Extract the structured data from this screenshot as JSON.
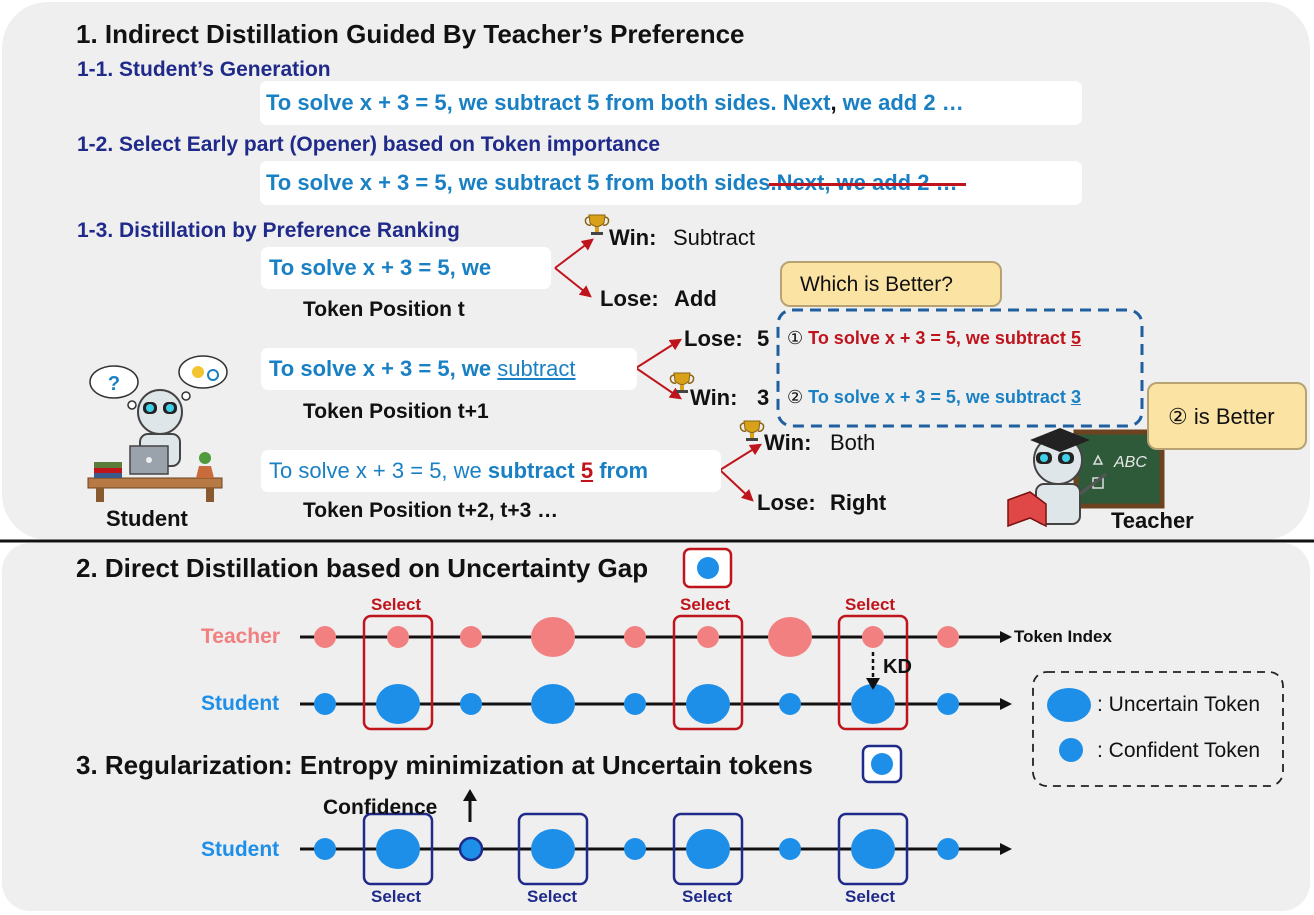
{
  "section1": {
    "title": "1. Indirect Distillation Guided By Teacher’s Preference",
    "step1": {
      "title": "1-1. Student’s Generation",
      "sentence_main": "To solve x + 3 = 5, we subtract 5 from both sides. Next",
      "sentence_comma": ",",
      "sentence_tail": " we add 2 …"
    },
    "step2": {
      "title": "1-2. Select Early part (Opener) based on Token importance",
      "sentence_kept": "To solve x + 3 = 5, we subtract 5 from both sides.",
      "sentence_struck": " Next, we add 2 …"
    },
    "step3": {
      "title": "1-3. Distillation by Preference Ranking",
      "row_t": {
        "prefix": "To solve x + 3 = 5, we",
        "position": "Token Position t",
        "win_label": "Win:",
        "win_token": "Subtract",
        "lose_label": "Lose:",
        "lose_token": "Add"
      },
      "row_t1": {
        "prefix": "To solve x + 3 = 5, we ",
        "token": "subtract",
        "position": "Token Position t+1",
        "win_label": "Win:",
        "win_token": "3",
        "lose_label": "Lose:",
        "lose_token": "5"
      },
      "row_t2": {
        "prefix": "To solve x + 3 = 5, we ",
        "bold_token": "subtract",
        "red_token": "5",
        "suffix": " from",
        "position": "Token Position t+2, t+3 …",
        "win_label": "Win:",
        "win_token": "Both",
        "lose_label": "Lose:",
        "lose_token": "Right"
      }
    },
    "question_bubble": "Which is Better?",
    "candidate_1": {
      "marker": "①",
      "prefix": "To solve x + 3 = 5, we subtract ",
      "token": "5"
    },
    "candidate_2": {
      "marker": "②",
      "prefix": "To solve x + 3 = 5, we subtract ",
      "token": "3"
    },
    "answer_bubble": "② is Better",
    "student_label": "Student",
    "teacher_label": "Teacher",
    "board_text": "ABC"
  },
  "section2": {
    "title": "2. Direct Distillation based on Uncertainty Gap",
    "teacher_row": "Teacher",
    "student_row": "Student",
    "axis_label": "Token Index",
    "select_label": "Select",
    "kd_label": "KD",
    "teacher_tokens": [
      "small",
      "small",
      "small",
      "large",
      "small",
      "small",
      "large",
      "small",
      "small"
    ],
    "student_tokens": [
      "small",
      "large",
      "small",
      "large",
      "small",
      "large",
      "small",
      "large",
      "small"
    ],
    "selected_positions": [
      1,
      5,
      7
    ]
  },
  "legend": {
    "uncertain": ": Uncertain Token",
    "confident": ": Confident Token"
  },
  "section3": {
    "title": "3. Regularization: Entropy minimization at Uncertain tokens",
    "student_row": "Student",
    "confidence_label": "Confidence",
    "select_label": "Select",
    "tokens": [
      "small",
      "large",
      "small",
      "large",
      "small",
      "large",
      "small",
      "large",
      "small"
    ],
    "selected_positions": [
      1,
      3,
      5,
      7
    ]
  },
  "colors": {
    "teacher": "#f28080",
    "student": "#1d8fe8",
    "heading_blue": "#1f2a8a",
    "text_blue": "#1a80c4",
    "red": "#c0141c",
    "navy": "#1f2a8a",
    "bubble": "#fbe3a4",
    "panel": "#efefef"
  }
}
